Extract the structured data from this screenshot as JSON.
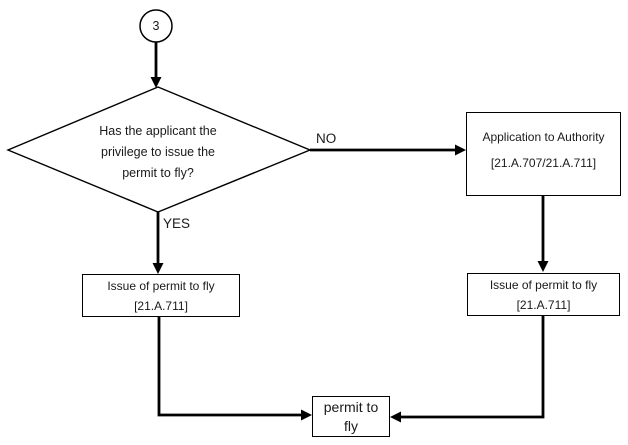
{
  "colors": {
    "line": "#000000",
    "text": "#1a1a1a",
    "background": "#ffffff"
  },
  "flowchart": {
    "start_connector": {
      "label": "3"
    },
    "decision": {
      "lines": [
        "Has the applicant the",
        "privilege to issue the",
        "permit to fly?"
      ]
    },
    "branch_labels": {
      "no": "NO",
      "yes": "YES"
    },
    "application_box": {
      "line1": "Application to Authority",
      "line2": "[21.A.707/21.A.711]"
    },
    "issue_left_box": {
      "line1": "Issue of permit to fly",
      "line2": "[21.A.711]"
    },
    "issue_right_box": {
      "line1": "Issue of permit to fly",
      "line2": "[21.A.711]"
    },
    "permit_box": {
      "label": "permit to fly"
    }
  }
}
